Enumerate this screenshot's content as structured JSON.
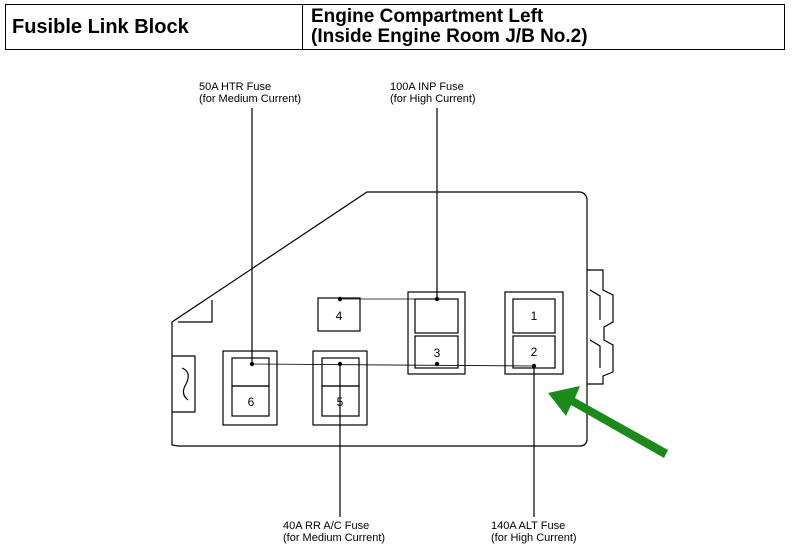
{
  "header": {
    "left_title": "Fusible Link Block",
    "right_title_line1": "Engine Compartment Left",
    "right_title_line2": "(Inside Engine Room J/B No.2)"
  },
  "labels": {
    "htr": {
      "line1": "50A HTR Fuse",
      "line2": "(for Medium Current)"
    },
    "inp": {
      "line1": "100A INP Fuse",
      "line2": "(for High Current)"
    },
    "rrac": {
      "line1": "40A RR A/C Fuse",
      "line2": "(for Medium Current)"
    },
    "alt": {
      "line1": "140A ALT Fuse",
      "line2": "(for High Current)"
    }
  },
  "slots": {
    "s1": "1",
    "s2": "2",
    "s3": "3",
    "s4": "4",
    "s5": "5",
    "s6": "6"
  },
  "colors": {
    "arrow": "#1a8a1a",
    "line": "#000000"
  }
}
